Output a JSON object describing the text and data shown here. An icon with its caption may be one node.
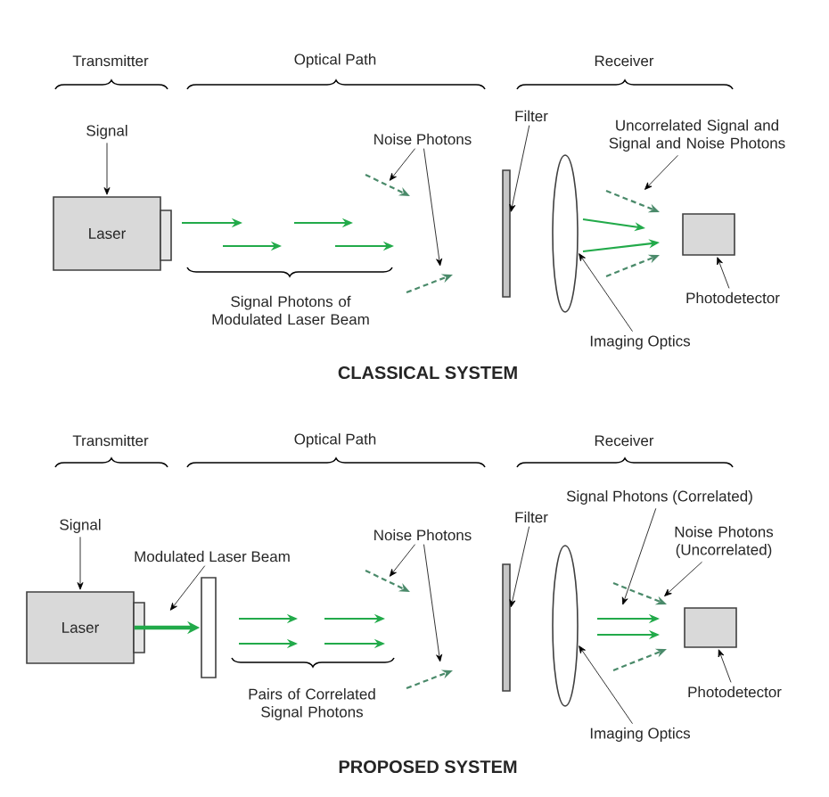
{
  "diagram": {
    "nodes": [
      {
        "text": [
          "Signal"
        ]
      },
      {
        "text": [
          "Laser"
        ]
      },
      {
        "text": [
          "Filter"
        ]
      },
      {
        "text": [],
        "shape": "bar"
      },
      {
        "text": [
          "Noise Photons"
        ]
      },
      {
        "text": [
          "Uncorrelated Signal and Signal and Noise Photons"
        ]
      },
      {
        "text": [],
        "shape": "lens"
      },
      {
        "text": [],
        "shape": "box"
      },
      {
        "text": [
          "Photodetector"
        ]
      },
      {
        "text": [
          "Imaging Optics"
        ]
      },
      {
        "text": [
          "Signal"
        ]
      },
      {
        "text": [
          "Laser"
        ]
      },
      {
        "text": [
          "Modulated Laser Beam"
        ]
      },
      {
        "text": [],
        "shape": "box"
      },
      {
        "text": [
          "Signal Photons (Correlated)"
        ]
      },
      {
        "text": [
          "Filter"
        ]
      },
      {
        "text": [],
        "shape": "bar"
      },
      {
        "text": [
          "Noise Photons"
        ]
      },
      {
        "text": [
          "Noise Photons (Uncorrelated)"
        ]
      },
      {
        "text": [],
        "shape": "lens"
      },
      {
        "text": [],
        "shape": "box"
      },
      {
        "text": [
          "Photodetector"
        ]
      },
      {
        "text": [
          "Imaging Optics"
        ]
      }
    ],
    "edges": [
      {
        "from": 0,
        "to": 1,
        "arrow": "to"
      },
      {
        "from": 2,
        "to": 3,
        "arrow": "to"
      },
      {
        "from": 4,
        "to": null,
        "arrow": "to"
      },
      {
        "from": 4,
        "to": null,
        "arrow": "to"
      },
      {
        "from": 5,
        "to": null,
        "arrow": "to"
      },
      {
        "from": 8,
        "to": 7,
        "arrow": "to"
      },
      {
        "from": 9,
        "to": 6,
        "arrow": "to"
      },
      {
        "from": 10,
        "to": 11,
        "arrow": "to"
      },
      {
        "from": 11,
        "to": 13,
        "arrow": "to",
        "style": "thick",
        "color": "#22aa4a"
      },
      {
        "from": 12,
        "to": null,
        "arrow": "to"
      },
      {
        "from": 14,
        "to": null,
        "arrow": "to"
      },
      {
        "from": 15,
        "to": 16,
        "arrow": "to"
      },
      {
        "from": 17,
        "to": null,
        "arrow": "to"
      },
      {
        "from": 17,
        "to": null,
        "arrow": "to"
      },
      {
        "from": 18,
        "to": null,
        "arrow": "to"
      },
      {
        "from": 21,
        "to": 20,
        "arrow": "to"
      },
      {
        "from": 22,
        "to": 19,
        "arrow": "to"
      }
    ],
    "labels": [
      "Transmitter",
      "Optical Path",
      "Receiver",
      "Signal Photons of Modulated Laser Beam",
      "CLASSICAL SYSTEM",
      "Transmitter",
      "Optical Path",
      "Receiver",
      "Pairs of Correlated Signal Photons",
      "PROPOSED SYSTEM"
    ]
  }
}
